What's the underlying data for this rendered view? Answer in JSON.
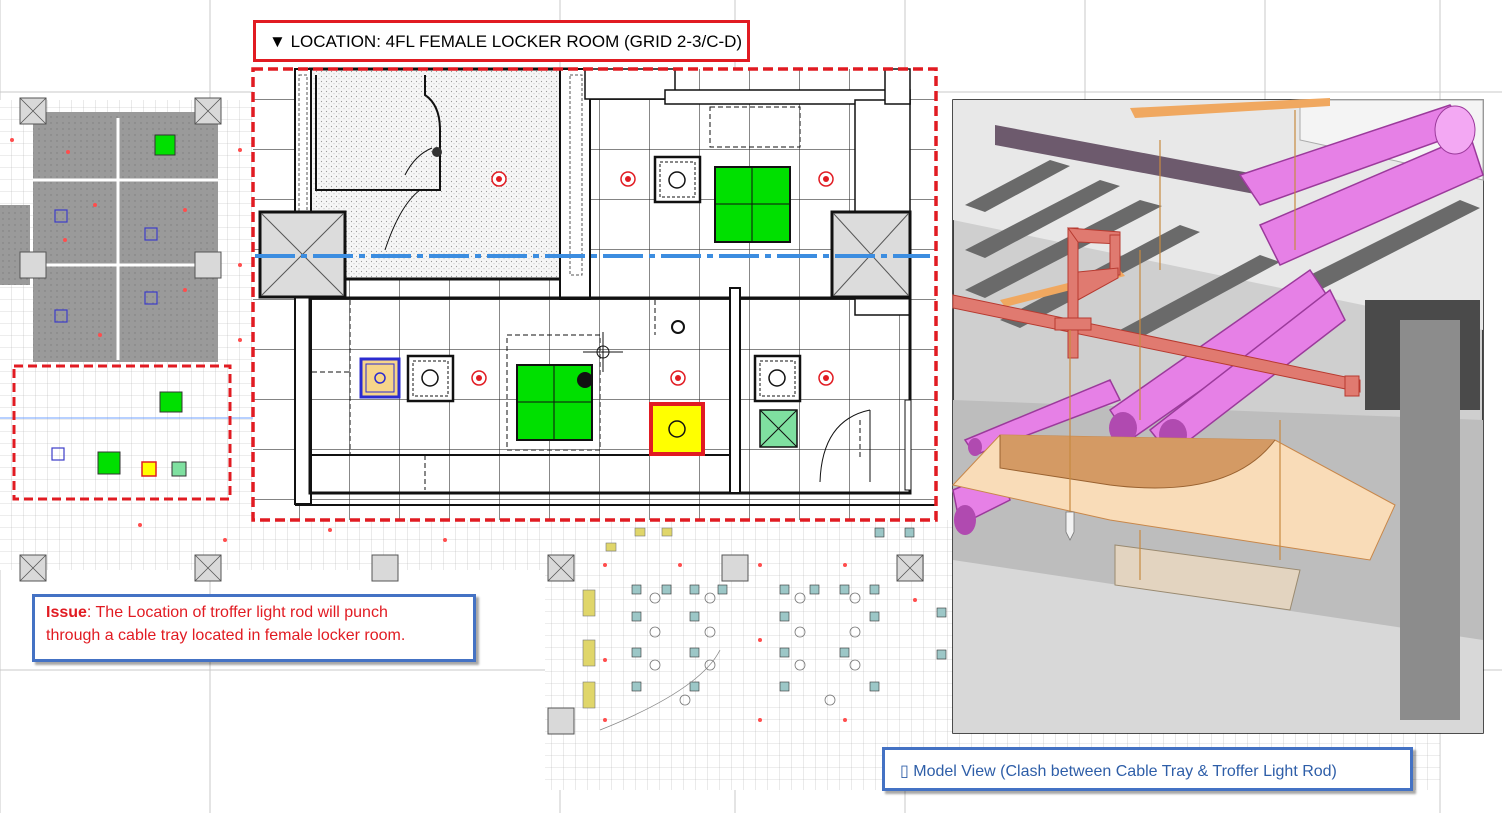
{
  "location_label": {
    "marker": "▼",
    "text": "LOCATION: 4FL FEMALE LOCKER ROOM (GRID 2-3/C-D)"
  },
  "issue": {
    "keyword": "Issue",
    "separator": ":",
    "line1": " The Location of troffer light rod will punch",
    "line2": "through a cable tray located in female locker room."
  },
  "model_view": {
    "marker": "▯",
    "text": "Model View (Clash between Cable Tray & Troffer Light Rod)"
  },
  "colors": {
    "highlight_red": "#e11b22",
    "callout_blue": "#4472c4",
    "model_label_text": "#2e5ea8",
    "light_fixture_green": "#00e000",
    "clash_yellow": "#ffff00",
    "grid_line_blue": "#3c8de0",
    "pipe_magenta": "#e680e6",
    "pipe_red": "#d9685c",
    "cable_tray_tan": "#f3c79a"
  }
}
